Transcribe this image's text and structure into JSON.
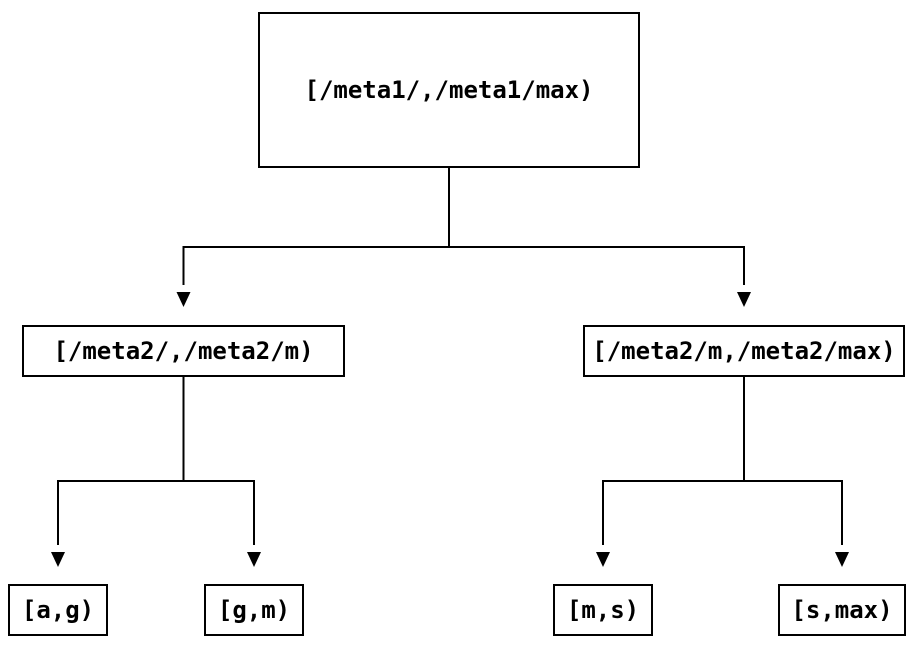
{
  "diagram": {
    "type": "tree",
    "background": "#ffffff",
    "colors": {
      "box_border": "#000000",
      "box_fill": "#ffffff",
      "text": "#000000",
      "edge": "#000000"
    },
    "nodes": {
      "root": {
        "label": "[/meta1/,/meta1/max)",
        "level": 0
      },
      "left": {
        "label": "[/meta2/,/meta2/m)",
        "level": 1
      },
      "right": {
        "label": "[/meta2/m,/meta2/max)",
        "level": 1
      },
      "leaf_ag": {
        "label": "[a,g)",
        "level": 2
      },
      "leaf_gm": {
        "label": "[g,m)",
        "level": 2
      },
      "leaf_ms": {
        "label": "[m,s)",
        "level": 2
      },
      "leaf_smax": {
        "label": "[s,max)",
        "level": 2
      }
    },
    "edges": [
      {
        "from": "root",
        "to": "left"
      },
      {
        "from": "root",
        "to": "right"
      },
      {
        "from": "left",
        "to": "leaf_ag"
      },
      {
        "from": "left",
        "to": "leaf_gm"
      },
      {
        "from": "right",
        "to": "leaf_ms"
      },
      {
        "from": "right",
        "to": "leaf_smax"
      }
    ]
  }
}
